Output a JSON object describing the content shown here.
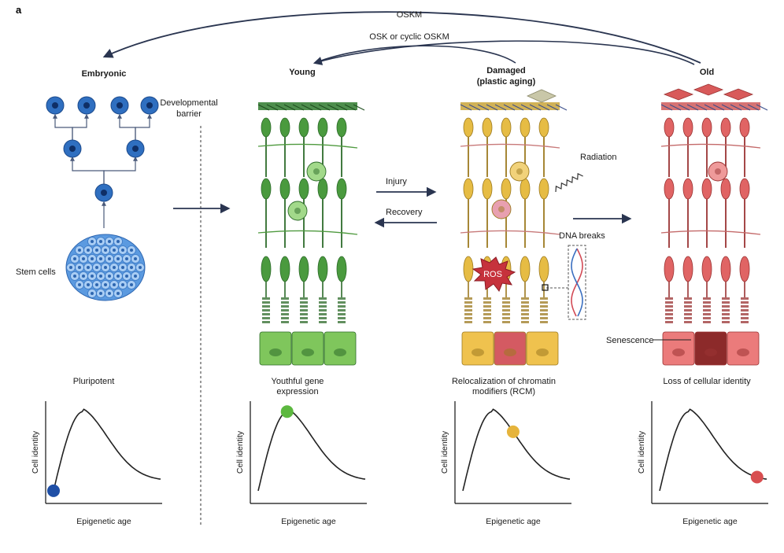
{
  "figure": {
    "panel_letter": "a",
    "top_arrows": {
      "outer": "OSKM",
      "inner": "OSK or cyclic OSKM"
    },
    "stages": [
      {
        "title": "Embryonic",
        "caption": "Pluripotent"
      },
      {
        "title": "Young",
        "caption": "Youthful gene expression"
      },
      {
        "title": "Damaged",
        "subtitle": "(plastic aging)",
        "caption": "Relocalization of chromatin modifiers (RCM)"
      },
      {
        "title": "Old",
        "caption": "Loss of cellular identity"
      }
    ],
    "labels": {
      "developmental_barrier": "Developmental barrier",
      "stem_cells": "Stem cells",
      "injury": "Injury",
      "recovery": "Recovery",
      "radiation": "Radiation",
      "dna_breaks": "DNA breaks",
      "ros": "ROS",
      "senescence": "Senescence"
    },
    "colors": {
      "embryonic": "#2f6fc0",
      "young": "#3f9a3a",
      "young_light": "#8fcf72",
      "damaged": "#e2b43a",
      "damaged_red": "#c8505a",
      "old": "#d85a5a",
      "old_dark": "#8c2a2a",
      "arrow": "#2a3550"
    }
  },
  "chart_data": [
    {
      "type": "line",
      "xlabel": "Epigenetic age",
      "ylabel": "Cell identity",
      "series": [
        {
          "marker_position": 0.0,
          "marker_color": "#1f4fa6"
        }
      ]
    },
    {
      "type": "line",
      "xlabel": "Epigenetic age",
      "ylabel": "Cell identity",
      "series": [
        {
          "marker_position": 0.27,
          "marker_color": "#5cb83f"
        }
      ]
    },
    {
      "type": "line",
      "xlabel": "Epigenetic age",
      "ylabel": "Cell identity",
      "series": [
        {
          "marker_position": 0.47,
          "marker_color": "#e6b43c"
        }
      ]
    },
    {
      "type": "line",
      "xlabel": "Epigenetic age",
      "ylabel": "Cell identity",
      "series": [
        {
          "marker_position": 0.91,
          "marker_color": "#d84e50"
        }
      ]
    }
  ]
}
